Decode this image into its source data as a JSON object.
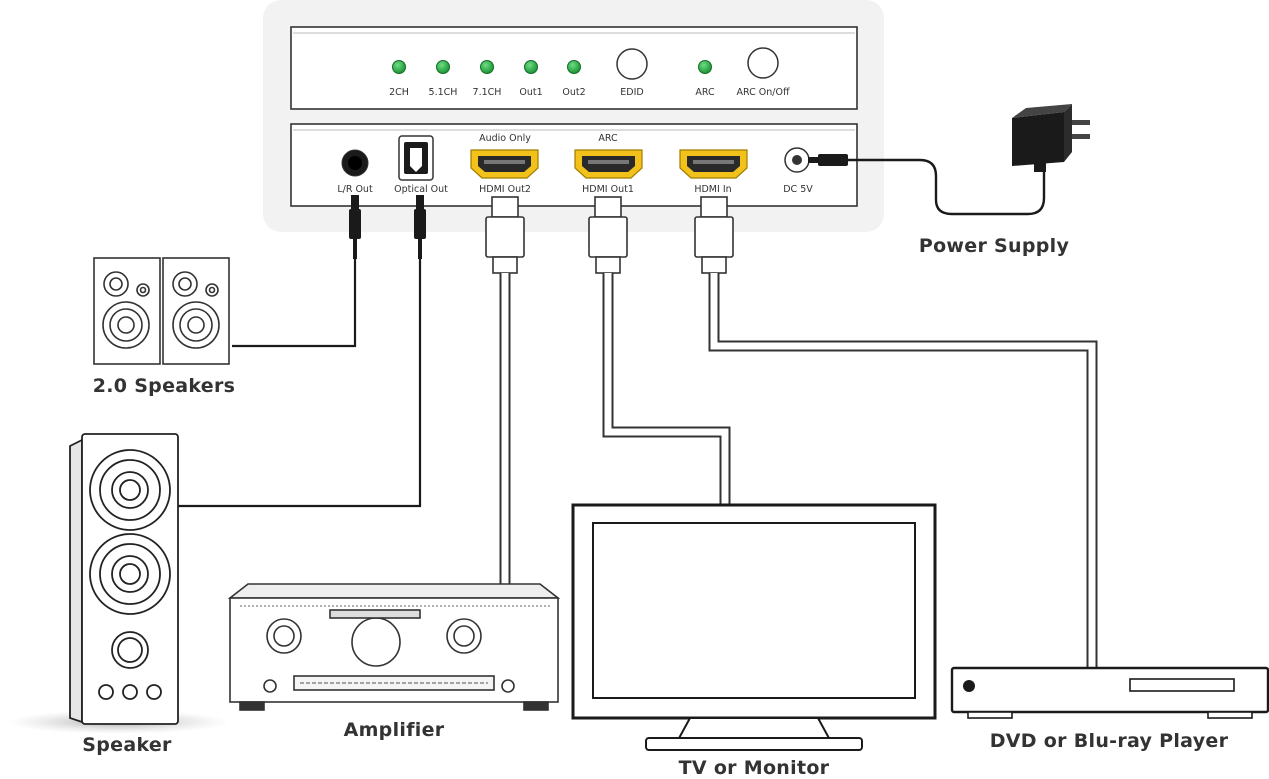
{
  "panel": {
    "indicators": [
      {
        "key": "2ch",
        "label": "2CH",
        "led": "green"
      },
      {
        "key": "51ch",
        "label": "5.1CH",
        "led": "green"
      },
      {
        "key": "71ch",
        "label": "7.1CH",
        "led": "green"
      },
      {
        "key": "out1",
        "label": "Out1",
        "led": "green"
      },
      {
        "key": "out2",
        "label": "Out2",
        "led": "green"
      }
    ],
    "edid_button": "EDID",
    "arc_led": "ARC",
    "arc_button": "ARC On/Off",
    "ports": {
      "lr_out": "L/R Out",
      "optical_out": "Optical Out",
      "hdmi_out2": "HDMI Out2",
      "hdmi_out2_top": "Audio Only",
      "hdmi_out1": "HDMI Out1",
      "hdmi_out1_top": "ARC",
      "hdmi_in": "HDMI In",
      "dc_in": "DC 5V"
    }
  },
  "devices": {
    "power_supply": "Power Supply",
    "speakers_20": "2.0 Speakers",
    "speaker": "Speaker",
    "amplifier": "Amplifier",
    "tv": "TV or Monitor",
    "player": "DVD or Blu-ray Player"
  },
  "colors": {
    "led_green": "#1f9a3a",
    "hdmi_gold": "#f2c21b",
    "outline": "#333333",
    "panel_bg": "#f2f2f2"
  }
}
